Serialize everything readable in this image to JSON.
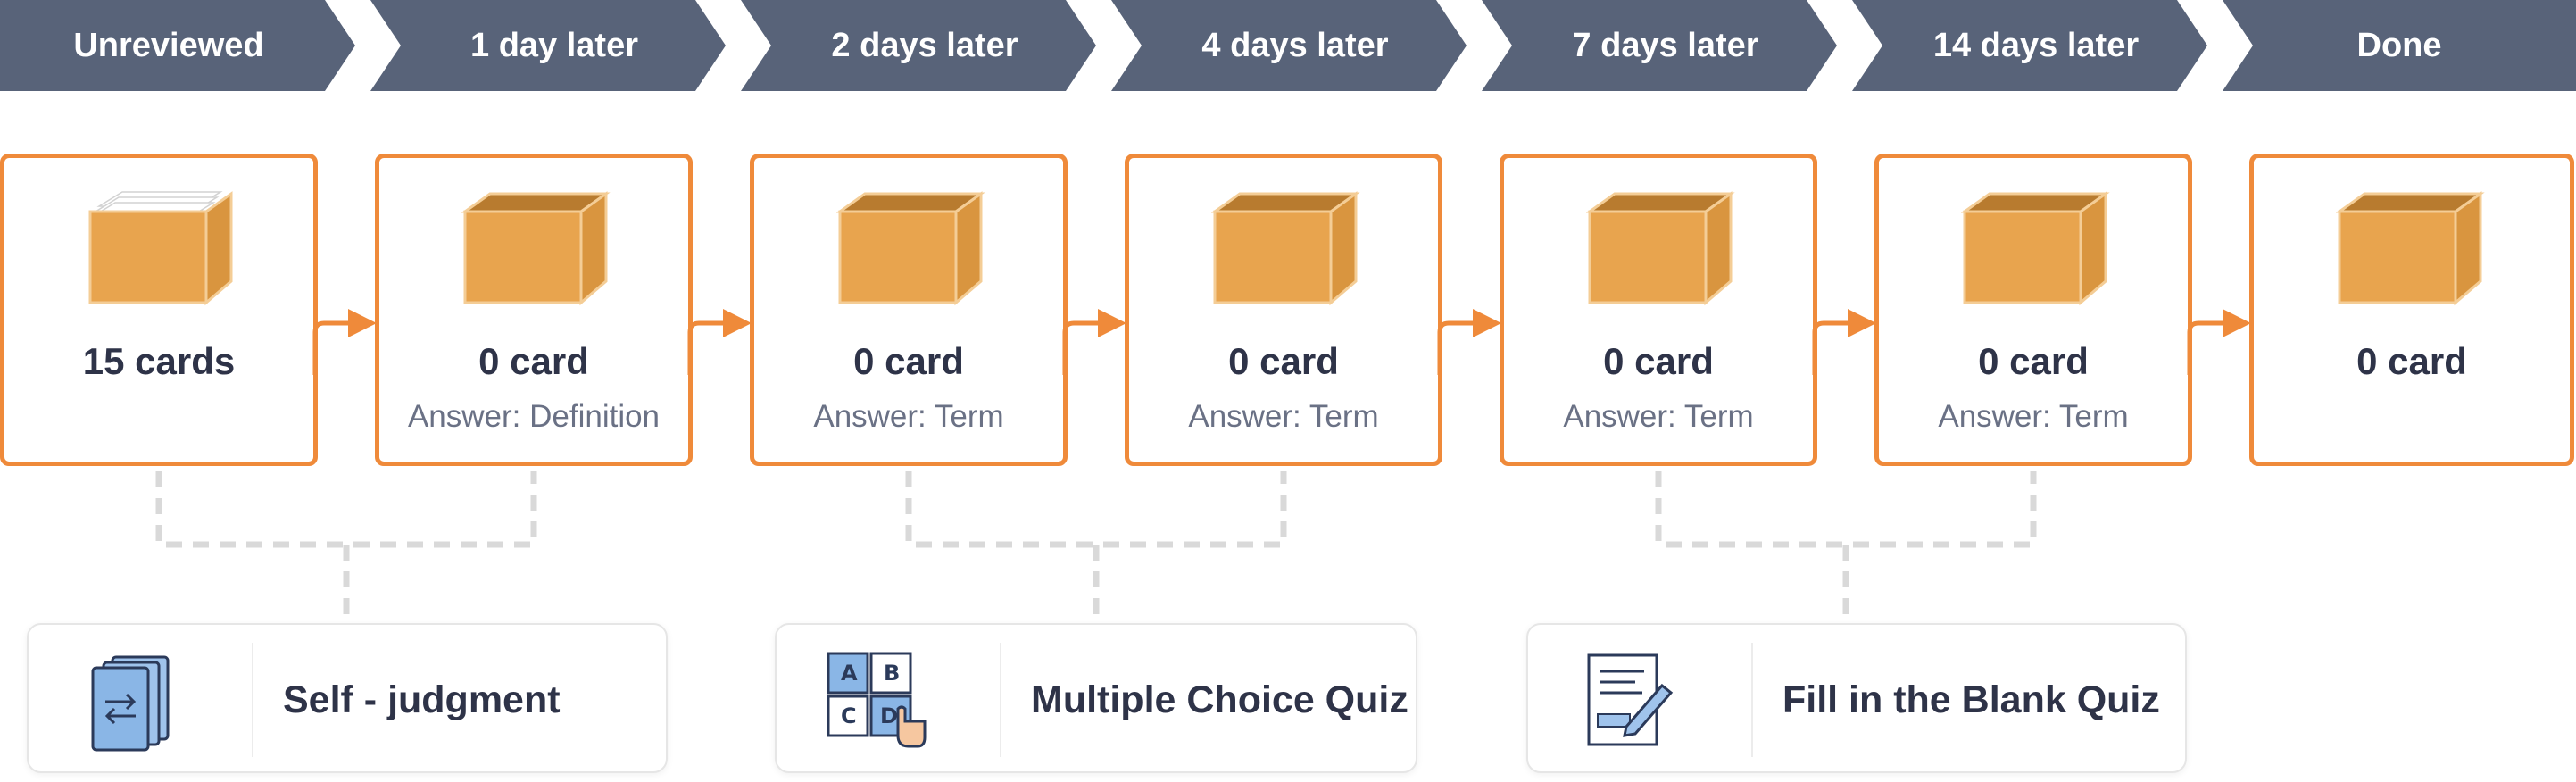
{
  "stages": [
    {
      "label": "Unreviewed",
      "count": "15 cards",
      "answer": ""
    },
    {
      "label": "1 day later",
      "count": "0 card",
      "answer": "Answer: Definition"
    },
    {
      "label": "2 days later",
      "count": "0 card",
      "answer": "Answer: Term"
    },
    {
      "label": "4 days later",
      "count": "0 card",
      "answer": "Answer: Term"
    },
    {
      "label": "7 days later",
      "count": "0 card",
      "answer": "Answer: Term"
    },
    {
      "label": "14 days later",
      "count": "0 card",
      "answer": "Answer: Term"
    },
    {
      "label": "Done",
      "count": "0 card",
      "answer": ""
    }
  ],
  "methods": [
    {
      "label": "Self - judgment",
      "icon": "flip-cards-icon"
    },
    {
      "label": "Multiple Choice Quiz",
      "icon": "multiple-choice-icon"
    },
    {
      "label": "Fill in the Blank Quiz",
      "icon": "fill-blank-icon"
    }
  ],
  "colors": {
    "header": "#586379",
    "header_text": "#ffffff",
    "box_border": "#ef8a3a",
    "box_fill": "#e8a44e",
    "connector": "#d9d9d9",
    "text": "#2e3348",
    "subtext": "#6a7185"
  }
}
